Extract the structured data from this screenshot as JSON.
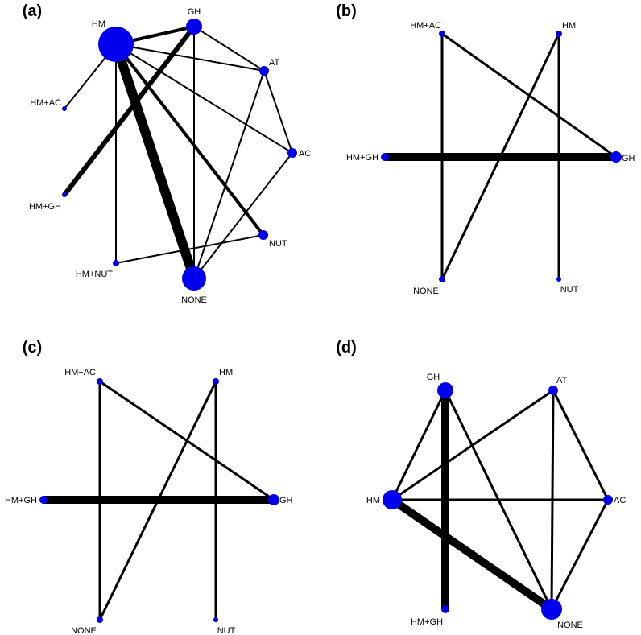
{
  "panels": [
    {
      "id": "a",
      "label": "(a)",
      "nodes": [
        {
          "id": "HM",
          "label": "HM",
          "size": 3
        },
        {
          "id": "GH",
          "label": "GH",
          "size": 2
        },
        {
          "id": "AT",
          "label": "AT",
          "size": 1
        },
        {
          "id": "HM+AC",
          "label": "HM+AC",
          "size": 0
        },
        {
          "id": "AC",
          "label": "AC",
          "size": 1
        },
        {
          "id": "HM+GH",
          "label": "HM+GH",
          "size": 0
        },
        {
          "id": "NUT",
          "label": "NUT",
          "size": 1
        },
        {
          "id": "HM+NUT",
          "label": "HM+NUT",
          "size": 0
        },
        {
          "id": "NONE",
          "label": "NONE",
          "size": 2.5
        }
      ],
      "edges": [
        {
          "from": "HM",
          "to": "GH",
          "weight": 2
        },
        {
          "from": "HM",
          "to": "AT",
          "weight": 1
        },
        {
          "from": "HM",
          "to": "HM+AC",
          "weight": 1
        },
        {
          "from": "HM",
          "to": "AC",
          "weight": 1
        },
        {
          "from": "HM",
          "to": "NUT",
          "weight": 2
        },
        {
          "from": "HM",
          "to": "HM+NUT",
          "weight": 1
        },
        {
          "from": "HM",
          "to": "NONE",
          "weight": 6
        },
        {
          "from": "GH",
          "to": "AT",
          "weight": 1
        },
        {
          "from": "GH",
          "to": "HM+GH",
          "weight": 3
        },
        {
          "from": "GH",
          "to": "NONE",
          "weight": 1
        },
        {
          "from": "AT",
          "to": "AC",
          "weight": 1
        },
        {
          "from": "AT",
          "to": "NONE",
          "weight": 1
        },
        {
          "from": "AC",
          "to": "NONE",
          "weight": 1
        },
        {
          "from": "NUT",
          "to": "HM+NUT",
          "weight": 1
        }
      ]
    },
    {
      "id": "b",
      "label": "(b)",
      "nodes": [
        {
          "id": "HM+AC",
          "label": "HM+AC",
          "size": 0.5
        },
        {
          "id": "HM",
          "label": "HM",
          "size": 0.5
        },
        {
          "id": "HM+GH",
          "label": "HM+GH",
          "size": 0.5
        },
        {
          "id": "GH",
          "label": "GH",
          "size": 1
        },
        {
          "id": "NONE",
          "label": "NONE",
          "size": 0.5
        },
        {
          "id": "NUT",
          "label": "NUT",
          "size": 0
        }
      ],
      "edges": [
        {
          "from": "HM+AC",
          "to": "NONE",
          "weight": 1.5
        },
        {
          "from": "HM+AC",
          "to": "GH",
          "weight": 1.5
        },
        {
          "from": "HM",
          "to": "NONE",
          "weight": 1.5
        },
        {
          "from": "HM",
          "to": "NUT",
          "weight": 1.5
        },
        {
          "from": "HM+GH",
          "to": "GH",
          "weight": 5
        }
      ]
    },
    {
      "id": "c",
      "label": "(c)",
      "nodes": [
        {
          "id": "HM+AC",
          "label": "HM+AC",
          "size": 0.5
        },
        {
          "id": "HM",
          "label": "HM",
          "size": 0.5
        },
        {
          "id": "HM+GH",
          "label": "HM+GH",
          "size": 0.5
        },
        {
          "id": "GH",
          "label": "GH",
          "size": 1
        },
        {
          "id": "NONE",
          "label": "NONE",
          "size": 0.5
        },
        {
          "id": "NUT",
          "label": "NUT",
          "size": 0
        }
      ],
      "edges": [
        {
          "from": "HM+AC",
          "to": "NONE",
          "weight": 1.5
        },
        {
          "from": "HM+AC",
          "to": "GH",
          "weight": 1.5
        },
        {
          "from": "HM",
          "to": "NONE",
          "weight": 1.5
        },
        {
          "from": "HM",
          "to": "NUT",
          "weight": 1.5
        },
        {
          "from": "HM+GH",
          "to": "GH",
          "weight": 5
        }
      ]
    },
    {
      "id": "d",
      "label": "(d)",
      "nodes": [
        {
          "id": "GH",
          "label": "GH",
          "size": 2
        },
        {
          "id": "AT",
          "label": "AT",
          "size": 0.5
        },
        {
          "id": "HM",
          "label": "HM",
          "size": 2.5
        },
        {
          "id": "AC",
          "label": "AC",
          "size": 0.5
        },
        {
          "id": "HM+GH",
          "label": "HM+GH",
          "size": 0.5
        },
        {
          "id": "NONE",
          "label": "NONE",
          "size": 2.5
        }
      ],
      "edges": [
        {
          "from": "GH",
          "to": "HM",
          "weight": 1.5
        },
        {
          "from": "GH",
          "to": "HM+GH",
          "weight": 5
        },
        {
          "from": "GH",
          "to": "NONE",
          "weight": 1.5
        },
        {
          "from": "AT",
          "to": "HM",
          "weight": 1.5
        },
        {
          "from": "AT",
          "to": "AC",
          "weight": 1.5
        },
        {
          "from": "AT",
          "to": "NONE",
          "weight": 1.5
        },
        {
          "from": "HM",
          "to": "AC",
          "weight": 1.5
        },
        {
          "from": "HM",
          "to": "NONE",
          "weight": 5
        },
        {
          "from": "AC",
          "to": "NONE",
          "weight": 1.5
        }
      ]
    }
  ],
  "colors": {
    "node": "#0000ee",
    "edge": "#000000",
    "background": "#ffffff"
  }
}
